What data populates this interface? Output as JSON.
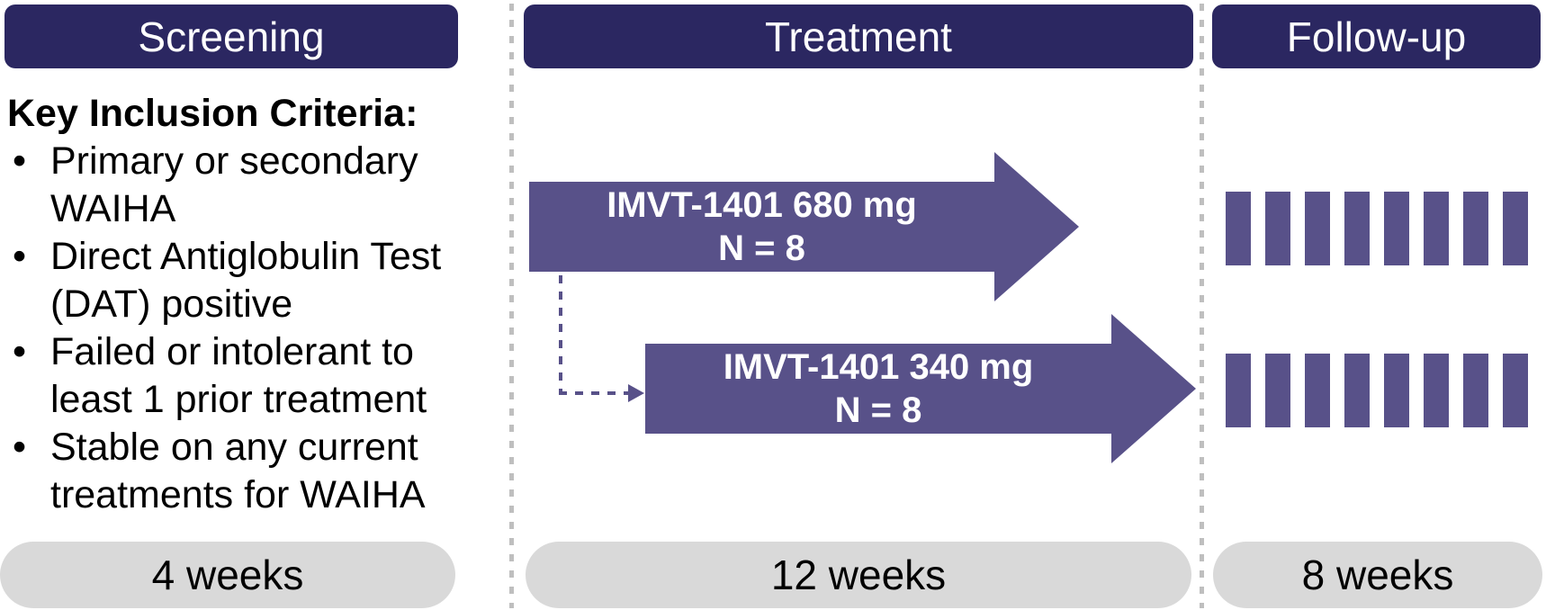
{
  "palette": {
    "header_navy": "#2b2761",
    "arrow_purple": "#585189",
    "pill_gray": "#d9d9d9",
    "separator_gray": "#bfbfbf",
    "text_black": "#000000",
    "text_white": "#ffffff"
  },
  "columns": {
    "screening": {
      "header": "Screening",
      "duration": "4 weeks",
      "inclusion_title": "Key Inclusion Criteria:",
      "bullet_glyph": "•",
      "criteria": [
        "Primary or secondary WAIHA",
        "Direct Antiglobulin Test (DAT) positive",
        "Failed or intolerant to least 1 prior treatment",
        "Stable on any current treatments for WAIHA"
      ]
    },
    "treatment": {
      "header": "Treatment",
      "duration": "12 weeks",
      "arms": [
        {
          "dose_label": "IMVT-1401 680 mg",
          "n_label": "N = 8"
        },
        {
          "dose_label": "IMVT-1401 340 mg",
          "n_label": "N = 8"
        }
      ]
    },
    "follow_up": {
      "header": "Follow-up",
      "duration": "8 weeks",
      "bar_rows": 2,
      "bars_per_row": 8
    }
  }
}
